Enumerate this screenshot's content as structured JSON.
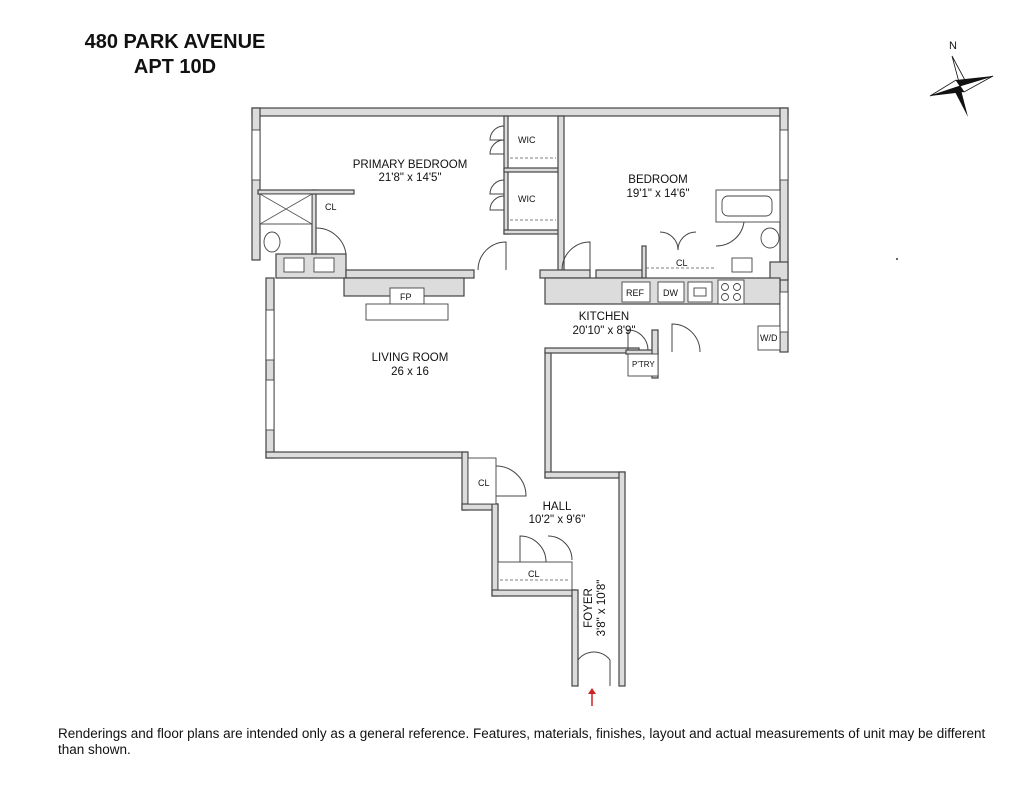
{
  "header": {
    "line1": "480 PARK AVENUE",
    "line2": "APT 10D"
  },
  "compass": {
    "label": "N",
    "icon": "compass-rose-icon"
  },
  "rooms": {
    "primary_bedroom": {
      "name": "PRIMARY BEDROOM",
      "dims": "21'8\" x 14'5\""
    },
    "bedroom": {
      "name": "BEDROOM",
      "dims": "19'1\" x 14'6\""
    },
    "living_room": {
      "name": "LIVING ROOM",
      "dims": "26 x 16"
    },
    "kitchen": {
      "name": "KITCHEN",
      "dims": "20'10\" x 8'9\""
    },
    "hall": {
      "name": "HALL",
      "dims": "10'2\" x 9'6\""
    },
    "foyer": {
      "name": "FOYER",
      "dims": "3'8\" x 10'8\""
    }
  },
  "fixtures": {
    "wic_upper": "WIC",
    "wic_lower": "WIC",
    "cl_primary_bath": "CL",
    "cl_bedroom": "CL",
    "cl_living": "CL",
    "cl_hall": "CL",
    "fp": "FP",
    "ref": "REF",
    "dw": "DW",
    "pantry": "P'TRY",
    "wd": "W/D"
  },
  "entry_marker": {
    "icon": "entry-arrow-icon",
    "color": "#cc2222"
  },
  "footer": {
    "disclaimer": "Renderings and floor plans are intended only as a general reference. Features, materials, finishes, layout and actual measurements of unit may be different than shown."
  }
}
